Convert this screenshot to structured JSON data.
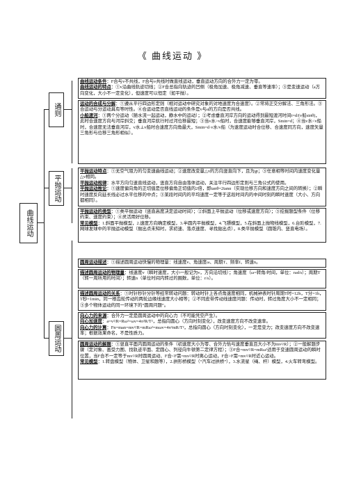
{
  "title": "《 曲线运动 》",
  "root_label": "曲线运动",
  "categories": [
    "通则",
    "平抛运动",
    "圆周运动"
  ],
  "blocks": [
    {
      "lines": [
        "曲线运动条件：F合与v不共线，F合与v共线时做直线运动，垂直运动方向的合外力一定为零。",
        "曲线运动的特点：①v沿曲线轨迹切线；②F合总指向轨迹的凹侧（极角加速、极角减速、垂直等速率）；③是变速运动（a方向变化，大小不一定变化），但速度可以恒定（如平抛）。"
      ]
    },
    {
      "lines": [
        "运动的合成与分解：①遵从平行四边形定则（相对运动中研究对象的对地速度为合速度）。②常将正交分解法、三角形法。③合运动与分运动具有等时性。④合运动是否直线运动的条件是v与a的方向是否共线。",
        "小船渡河：①两个分运动（随水流一起运动，静水中的运动）；②考虑垂直河岸方向的运动得到最短渡河时间t=d/(v船sinθ)，此时合速度方向与河岸斜交；垂直河岸航行时过河位移最短；③当v水>v船时，合速度能够垂直河岸，Smin=d；④当v水<v船时，合速度无法垂直河岸，v水⊥v船时合速度方向角最大，Smin=d·v水/v船（为速度运动时合位移、合速度同方向，速度矢量三角形与位移三角形相似）。"
      ]
    },
    {
      "lines": [
        "平抛运动特点：①无空气阻力的匀变速曲线运动；②速度改变量△v的方向竖直向下，且为gt；③任意相等时间内速度变化量△v相同。",
        "平抛运动规律：水平方向匀速直线运动，竖直方向自由落体运动，关注平行四边形定则与三角公式的使用。",
        "平抛运动推论：①速度偏向角的正切值是位移偏角正切值的2倍，即tanθ=2tanα（实现位移方向和速度方向之间的转换）；②瞬时速度反向延长线必过水平位移的中点；③某段时间内的平均速度一定等于这段时间内的中间时刻的瞬时速度（大小、方向都相同）。"
      ]
    },
    {
      "lines": [
        "平抛运动的类型：①类平抛运动（竖直高度决定运动时间）；②斜面上平抛运动（位移或速度方向）；③挖掘题型条件（位移约束、速度约束）；④灵活用好位移。",
        "常见模型：1.斜面平抛模型，2.速度方向确定模型，3.半圆内平抛模型，4.飞镖模型，5.在斜面上抛物线模型，6.台阶模型，7.网球发球中的平抛运动模型（抛出点未知时，求初速、落点速度、寻找拋出点），8.类平抛模型（圆锥内、竖直电场）。"
      ]
    },
    {
      "lines": [
        "圆周运动描述：①描述圆周运动快慢的物理量：线速度v、角速度ω、周期T、频率f、转速n。"
      ]
    },
    {
      "lines": [
        "描述圆周运动的物理量：线速度v（瞬时速度，大小一般记为v，方向沿切线）；角速度（ω=转角/时间，单位：rad/s）；周期T（转一周所用的时间）；转速n（单位时间内转过的圈数，单位：r/s）。"
      ]
    },
    {
      "lines": [
        "描述圆周运动的关系：①时针秒针分针等经常转动问题：转动时针上各点角速度相同，机械钟表时针周期T时=12h，T分=1h，T秒=1min，同一根齿轮传动的两轮边缘线速度大小相等；②不同皮带传动线速度问题：传动时，转过角度大小不一定相同；③多个物体运动的同一环境下的“圆周问题”。"
      ]
    },
    {
      "lines": [
        "向心力的来源：合外力一定是圆周运动中的向心力（不可能凭空产生）。",
        "向心加速度：a=v²/R=Rω²=ωv=4π²R/T²，总指向圆心（方向时刻变化），改变速度方向不改变速率。",
        "向心力的计算：Fn=man=mv²/R=mRω²=mωv=4π²mR/T²，总指向圆心（方向时刻变化），一定是变力；改变速度方向不改变速率；根据效果命名，不是性质力。"
      ]
    },
    {
      "lines": [
        "圆周运动的解题：①竖直平面内圆周运动的条件（初速度大小为零、合外力恰与速度垂直且大小不为mv²/R）；②一般解题步骤（定对象、画受力图、找轨迹平面、定圆心、列径向牛顿第二定律方程）；③F合=mv²/R=mRω²适用于变速圆周运动的瞬时位置，当F合不一定等于mv²/R时圆周运动、F合<F需=mv²/R时离心运动，F合>F需=mv²/R时近心运动。",
        "常见模型：1.转盘模型（物体、卫星和题等），2.拱形桥模型（“汽车过拱桥”），3.水流星（绳、杆）模型，4.火车转弯模型。"
      ]
    }
  ]
}
